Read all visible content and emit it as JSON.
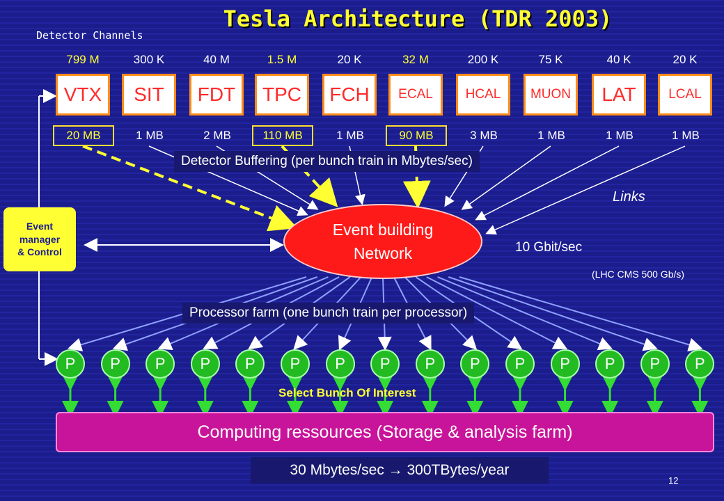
{
  "title": "Tesla Architecture (TDR 2003)",
  "channels_label": "Detector Channels",
  "detectors": [
    {
      "name": "VTX",
      "channels": "799 M",
      "buffer": "20 MB",
      "highlight": true
    },
    {
      "name": "SIT",
      "channels": "300 K",
      "buffer": "1 MB",
      "highlight": false
    },
    {
      "name": "FDT",
      "channels": "40 M",
      "buffer": "2 MB",
      "highlight": false
    },
    {
      "name": "TPC",
      "channels": "1.5 M",
      "buffer": "110 MB",
      "highlight": true
    },
    {
      "name": "FCH",
      "channels": "20 K",
      "buffer": "1 MB",
      "highlight": false
    },
    {
      "name": "ECAL",
      "channels": "32 M",
      "buffer": "90 MB",
      "highlight": true
    },
    {
      "name": "HCAL",
      "channels": "200 K",
      "buffer": "3 MB",
      "highlight": false
    },
    {
      "name": "MUON",
      "channels": "75 K",
      "buffer": "1 MB",
      "highlight": false
    },
    {
      "name": "LAT",
      "channels": "40 K",
      "buffer": "1 MB",
      "highlight": false
    },
    {
      "name": "LCAL",
      "channels": "20 K",
      "buffer": "1 MB",
      "highlight": false
    }
  ],
  "detector_buffering": "Detector Buffering (per bunch train in Mbytes/sec)",
  "links": "Links",
  "event_manager": "Event\nmanager\n& Control",
  "event_building": "Event building\nNetwork",
  "bandwidth": "10 Gbit/sec",
  "lhc_note": "(LHC CMS 500 Gb/s)",
  "processor_farm": "Processor farm (one bunch train per processor)",
  "processor_label": "P",
  "processor_count": 15,
  "select_bunch": "Select Bunch Of Interest",
  "computing": "Computing ressources (Storage & analysis farm)",
  "rate": "30 Mbytes/sec  →  300TBytes/year",
  "page_number": "12",
  "colors": {
    "background": "#1d1f8f",
    "title": "#ffff33",
    "detector_text": "#ff2a2a",
    "event_network": "#ff1a1a",
    "processor": "#22bb22",
    "computing": "#c8149a"
  }
}
